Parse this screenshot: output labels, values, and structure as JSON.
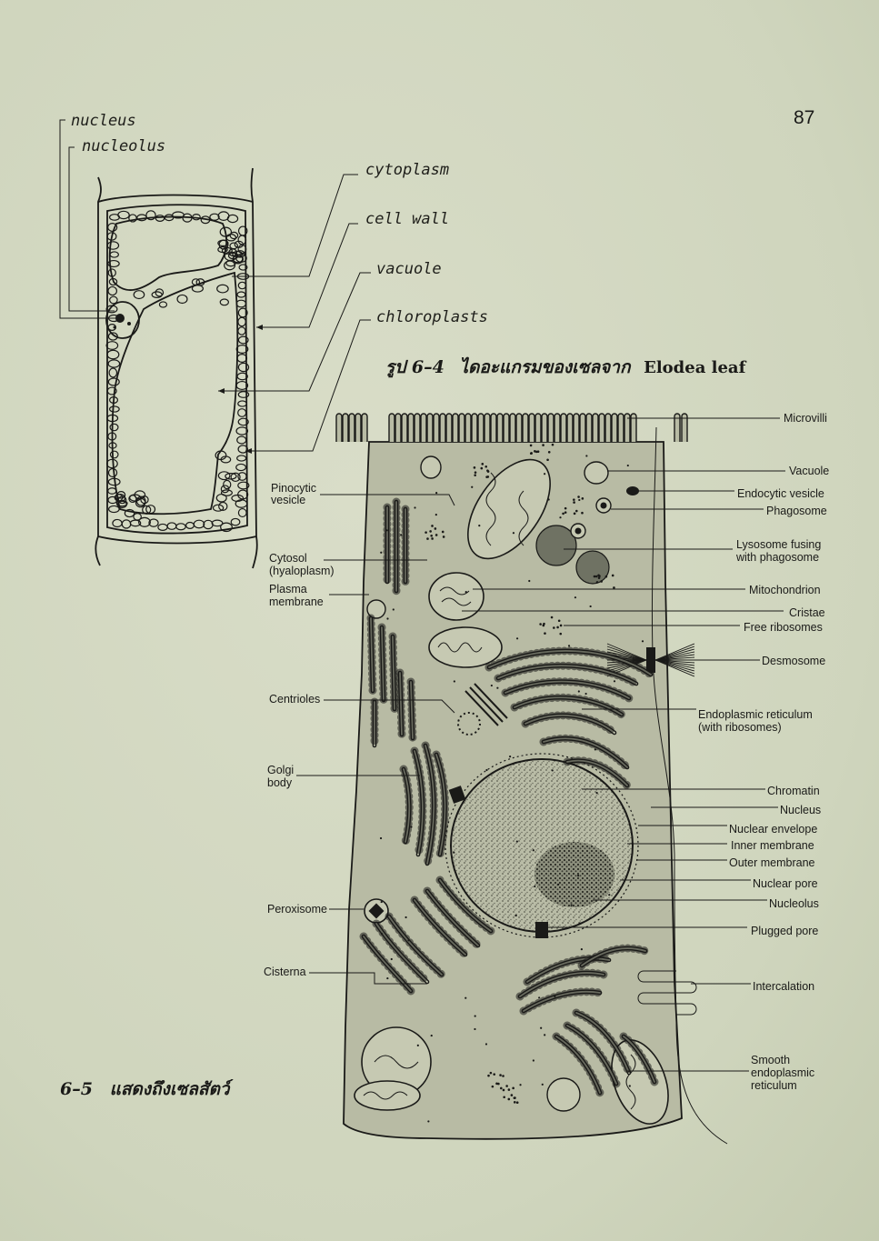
{
  "page_number": "87",
  "plant_cell": {
    "labels": {
      "nucleus": "nucleus",
      "nucleolus": "nucleolus",
      "cytoplasm": "cytoplasm",
      "cell_wall": "cell wall",
      "vacuole": "vacuole",
      "chloroplasts": "chloroplasts"
    },
    "caption": {
      "prefix": "รูป 6–4",
      "thai": "ไดอะแกรมของเซลจาก",
      "latin": "Elodea  leaf"
    }
  },
  "animal_cell": {
    "left_labels": {
      "pinocytic_1": "Pinocytic",
      "pinocytic_2": "vesicle",
      "cytosol_1": "Cytosol",
      "cytosol_2": "(hyaloplasm)",
      "plasma_1": "Plasma",
      "plasma_2": "membrane",
      "centrioles": "Centrioles",
      "golgi_1": "Golgi",
      "golgi_2": "body",
      "peroxisome": "Peroxisome",
      "cisterna": "Cisterna"
    },
    "right_labels": {
      "microvilli": "Microvilli",
      "vacuole": "Vacuole",
      "endocytic": "Endocytic vesicle",
      "phagosome": "Phagosome",
      "lysosome_1": "Lysosome fusing",
      "lysosome_2": "with phagosome",
      "mitochondrion": "Mitochondrion",
      "cristae": "Cristae",
      "free_ribosomes": "Free ribosomes",
      "desmosome": "Desmosome",
      "er_1": "Endoplasmic reticulum",
      "er_2": "(with ribosomes)",
      "chromatin": "Chromatin",
      "nucleus": "Nucleus",
      "nuclear_envelope": "Nuclear envelope",
      "inner_membrane": "Inner membrane",
      "outer_membrane": "Outer membrane",
      "nuclear_pore": "Nuclear pore",
      "nucleolus": "Nucleolus",
      "plugged_pore": "Plugged pore",
      "intercalation": "Intercalation",
      "smooth_er_1": "Smooth",
      "smooth_er_2": "endoplasmic",
      "smooth_er_3": "reticulum"
    },
    "caption": {
      "prefix": "6–5",
      "thai": "แสดงถึงเซลสัตว์"
    }
  }
}
